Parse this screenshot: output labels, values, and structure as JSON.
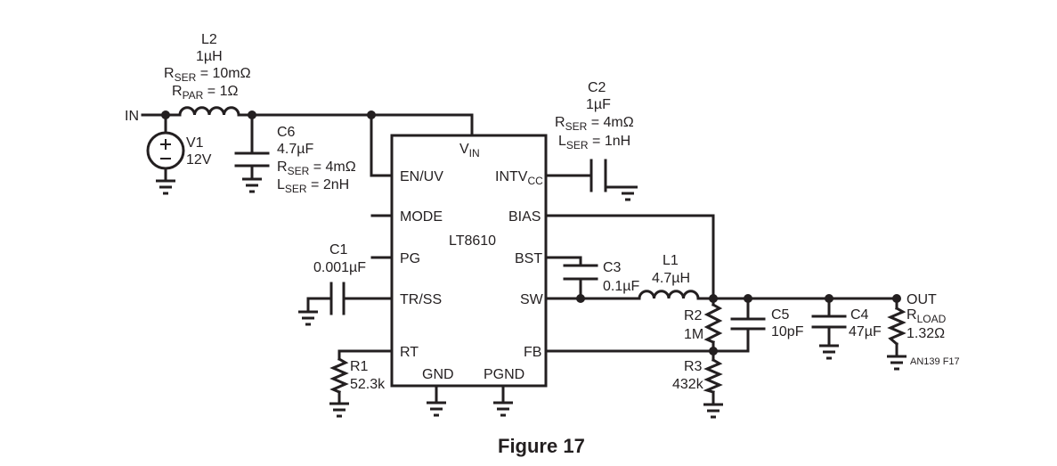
{
  "ic": {
    "part": "LT8610",
    "pins": {
      "vin": "V",
      "vin_sub": "IN",
      "en_uv": "EN/UV",
      "intvcc": "INTV",
      "intvcc_sub": "CC",
      "mode": "MODE",
      "bias": "BIAS",
      "pg": "PG",
      "bst": "BST",
      "tr_ss": "TR/SS",
      "sw": "SW",
      "rt": "RT",
      "fb": "FB",
      "gnd": "GND",
      "pgnd": "PGND"
    }
  },
  "nets": {
    "in": "IN",
    "out": "OUT"
  },
  "components": {
    "l2": {
      "name": "L2",
      "value": "1µH",
      "rser_r": "R",
      "rser_sub": "SER",
      "rser_val": " = 10mΩ",
      "rpar_r": "R",
      "rpar_sub": "PAR",
      "rpar_val": " = 1Ω"
    },
    "v1": {
      "name": "V1",
      "value": "12V"
    },
    "c6": {
      "name": "C6",
      "value": "4.7µF",
      "rser_r": "R",
      "rser_sub": "SER",
      "rser_val": " = 4mΩ",
      "lser_l": "L",
      "lser_sub": "SER",
      "lser_val": " = 2nH"
    },
    "c2": {
      "name": "C2",
      "value": "1µF",
      "rser_r": "R",
      "rser_sub": "SER",
      "rser_val": " = 4mΩ",
      "lser_l": "L",
      "lser_sub": "SER",
      "lser_val": " = 1nH"
    },
    "c1": {
      "name": "C1",
      "value": "0.001µF"
    },
    "c3": {
      "name": "C3",
      "value": "0.1µF"
    },
    "l1": {
      "name": "L1",
      "value": "4.7µH"
    },
    "r2": {
      "name": "R2",
      "value": "1M"
    },
    "c5": {
      "name": "C5",
      "value": "10pF"
    },
    "c4": {
      "name": "C4",
      "value": "47µF"
    },
    "rload": {
      "r": "R",
      "sub": "LOAD",
      "value": "1.32Ω"
    },
    "r1": {
      "name": "R1",
      "value": "52.3k"
    },
    "r3": {
      "name": "R3",
      "value": "432k"
    }
  },
  "figure_id": "AN139 F17",
  "caption": "Figure 17",
  "colors": {
    "ink": "#231f20",
    "background": "#ffffff"
  }
}
